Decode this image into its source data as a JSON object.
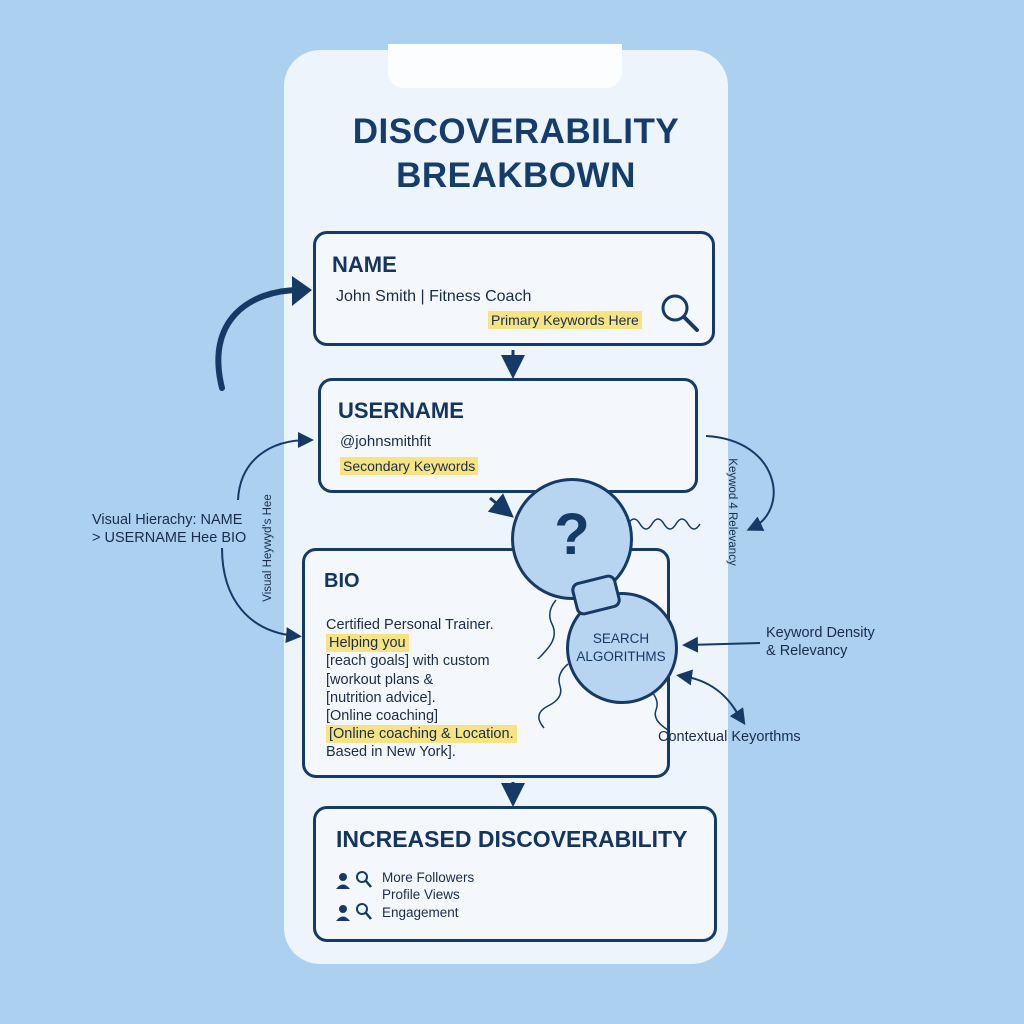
{
  "title_line1": "DISCOVERABILITY",
  "title_line2": "BREAKBOWN",
  "name_card": {
    "heading": "NAME",
    "value": "John Smith | Fitness Coach",
    "keyword_tag": "Primary Keywords Here",
    "icon": "search-icon"
  },
  "username_card": {
    "heading": "USERNAME",
    "value": "@johnsmithfit",
    "keyword_tag": "Secondary Keywords"
  },
  "bio_card": {
    "heading": "BIO",
    "lines": [
      "Certified Personal Trainer.",
      "Helping you",
      "[reach goals] with custom",
      " [workout plans &",
      "[nutrition advice].",
      "[Online coaching]",
      "[Online coaching & Location.",
      "Based in New York]."
    ]
  },
  "question_icon": "?",
  "search_algorithms": [
    "SEARCH",
    "ALGORITHMS"
  ],
  "left_annotation": [
    "Visual Hierachy: NAME",
    "> USERNAME Hee BIO"
  ],
  "left_rotated": "Visual Heywyd's Hee",
  "right_rotated": "Keywod 4 Relevancy",
  "keyword_density": [
    "Keyword Density",
    "& Relevancy"
  ],
  "contextual": "Contextual Keyorthms",
  "result_card": {
    "heading": "INCREASED DISCOVERABILITY",
    "items": [
      "More Followers",
      "Profile Views",
      "Engagement"
    ],
    "icons": [
      "user-search-icon"
    ]
  },
  "colors": {
    "background": "#acd0f0",
    "phone": "#edf4fc",
    "ink": "#163a66",
    "highlight": "#f6e483",
    "circle_fill": "#b7d4f1"
  }
}
